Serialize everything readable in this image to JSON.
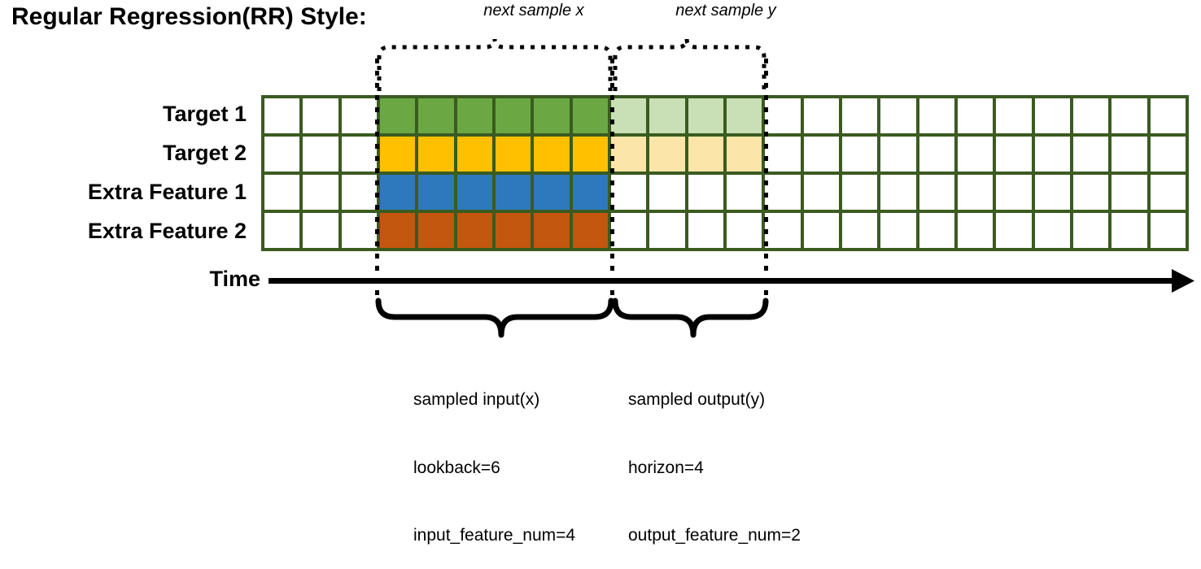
{
  "title": "Regular Regression(RR) Style:",
  "annotations": {
    "next_sample_x": "next sample x",
    "next_sample_y": "next sample y"
  },
  "rows": [
    {
      "label": "Target 1",
      "color": "#6ba843",
      "light_color": "#c9dfb5",
      "has_horizon": true
    },
    {
      "label": "Target 2",
      "color": "#ffc000",
      "light_color": "#fce5a8",
      "has_horizon": true
    },
    {
      "label": "Extra Feature 1",
      "color": "#2e79bd",
      "light_color": "#ffffff",
      "has_horizon": false
    },
    {
      "label": "Extra Feature 2",
      "color": "#c4570f",
      "light_color": "#ffffff",
      "has_horizon": false
    }
  ],
  "grid": {
    "total_columns": 24,
    "rows": 4,
    "pre_columns": 3,
    "lookback_columns": 6,
    "horizon_columns": 4,
    "post_columns": 11,
    "grid_line_color": "#3b5b20",
    "empty_cell_color": "#ffffff"
  },
  "axis": {
    "label": "Time"
  },
  "captions": {
    "input": {
      "line1": "sampled input(x)",
      "line2": "lookback=6",
      "line3": "input_feature_num=4"
    },
    "output": {
      "line1": "sampled output(y)",
      "line2": "horizon=4",
      "line3": "output_feature_num=2"
    }
  }
}
